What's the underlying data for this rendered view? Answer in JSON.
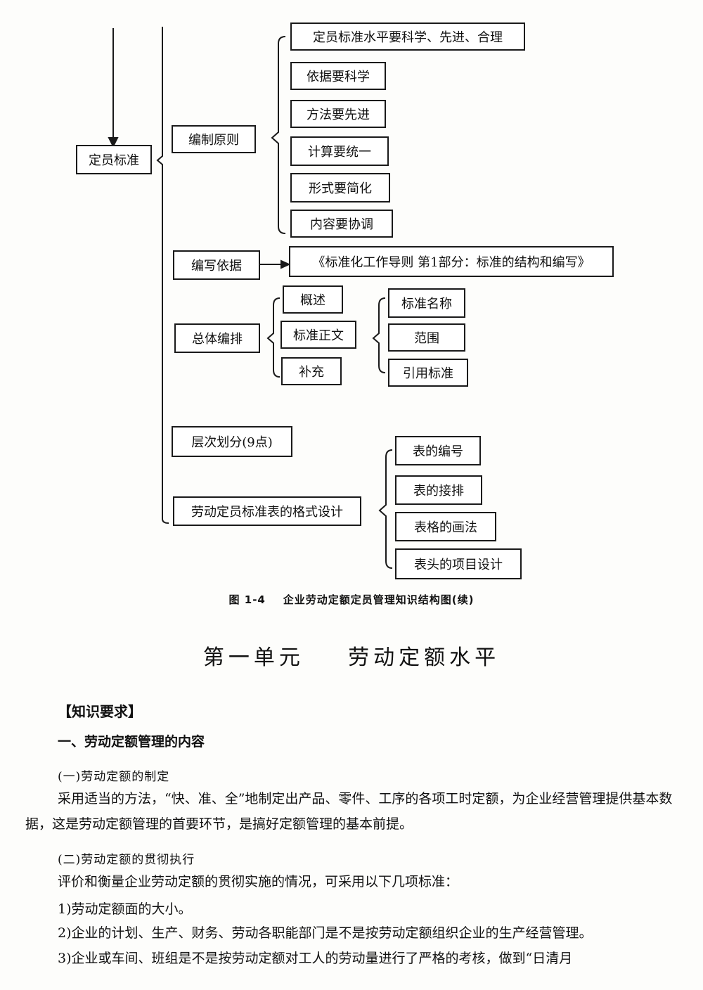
{
  "diagram": {
    "root": "定员标准",
    "branches": {
      "principles": "编制原则",
      "basis": "编写依据",
      "arrangement": "总体编排",
      "levels": "层次划分(9点)",
      "format": "劳动定员标准表的格式设计"
    },
    "principle_items": [
      "定员标准水平要科学、先进、合理",
      "依据要科学",
      "方法要先进",
      "计算要统一",
      "形式要简化",
      "内容要协调"
    ],
    "basis_target": "《标准化工作导则  第1部分：标准的结构和编写》",
    "arrangement_items": [
      "概述",
      "标准正文",
      "补充"
    ],
    "main_text_items": [
      "标准名称",
      "范围",
      "引用标准"
    ],
    "format_items": [
      "表的编号",
      "表的接排",
      "表格的画法",
      "表头的项目设计"
    ]
  },
  "caption": "图 1-4    企业劳动定额定员管理知识结构图(续)",
  "unit_title": "第一单元    劳动定额水平",
  "section_heading": "【知识要求】",
  "item_heading": "一、劳动定额管理的内容",
  "sub1": "(一)劳动定额的制定",
  "para1": "采用适当的方法，“快、准、全”地制定出产品、零件、工序的各项工时定额，为企业经营管理提供基本数据，这是劳动定额管理的首要环节，是搞好定额管理的基本前提。",
  "sub2": "(二)劳动定额的贯彻执行",
  "para2": "评价和衡量企业劳动定额的贯彻实施的情况，可采用以下几项标准：",
  "list": [
    "1)劳动定额面的大小。",
    "2)企业的计划、生产、财务、劳动各职能部门是不是按劳动定额组织企业的生产经营管理。",
    "3)企业或车间、班组是不是按劳动定额对工人的劳动量进行了严格的考核，做到“日清月"
  ]
}
